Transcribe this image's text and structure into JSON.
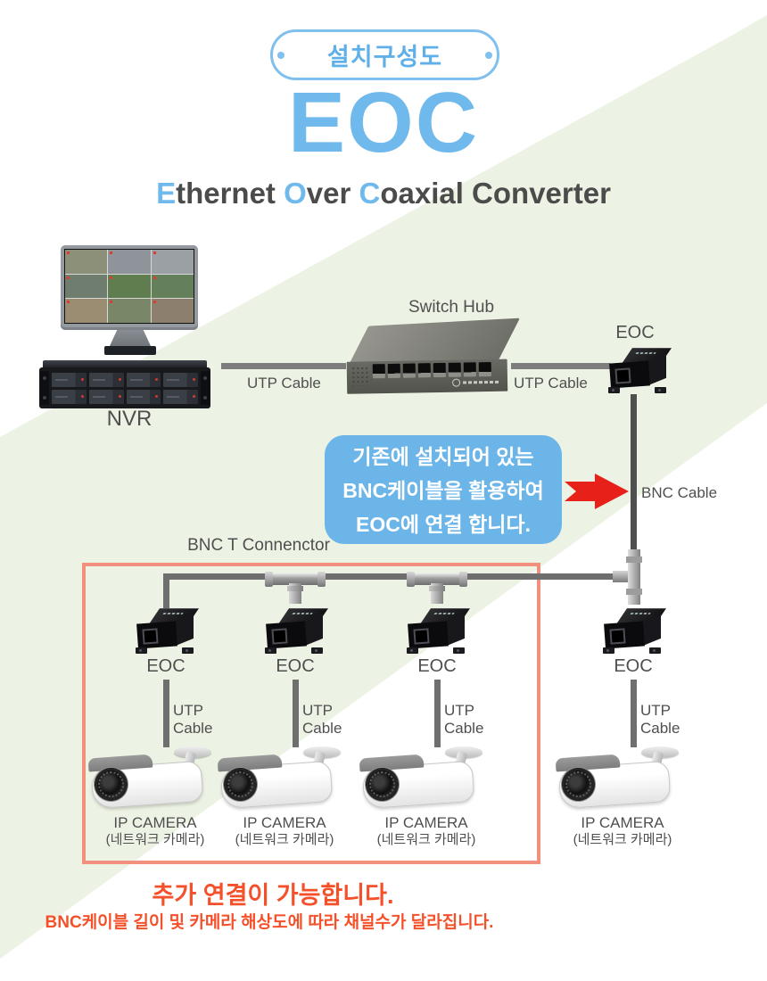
{
  "badge": {
    "label": "설치구성도"
  },
  "title": {
    "text": "EOC"
  },
  "subtitle": {
    "parts": [
      "E",
      "thernet ",
      "O",
      "ver ",
      "C",
      "oaxial Converter"
    ]
  },
  "nvr": {
    "label": "NVR"
  },
  "switch_hub": {
    "label": "Switch Hub"
  },
  "top_links": {
    "utp1": "UTP Cable",
    "utp2": "UTP Cable"
  },
  "eoc_top": {
    "label": "EOC"
  },
  "bnc": {
    "cable_label": "BNC Cable",
    "t_connector_label": "BNC T Connenctor"
  },
  "callout": {
    "line1": "기존에 설치되어 있는",
    "line2": "BNC케이블을 활용하여",
    "line3": "EOC에 연결 합니다."
  },
  "columns": [
    {
      "eoc": "EOC",
      "utp": "UTP Cable",
      "camera": "IP CAMERA",
      "camera_sub": "(네트워크 카메라)"
    },
    {
      "eoc": "EOC",
      "utp": "UTP Cable",
      "camera": "IP CAMERA",
      "camera_sub": "(네트워크 카메라)"
    },
    {
      "eoc": "EOC",
      "utp": "UTP Cable",
      "camera": "IP CAMERA",
      "camera_sub": "(네트워크 카메라)"
    },
    {
      "eoc": "EOC",
      "utp": "UTP Cable",
      "camera": "IP CAMERA",
      "camera_sub": "(네트워크 카메라)"
    }
  ],
  "footer": {
    "line1": "추가 연결이 가능합니다.",
    "line2": "BNC케이블 길이 및 카메라 해상도에 따라 채널수가 달라집니다."
  },
  "colors": {
    "accent_blue": "#6fb9ec",
    "badge_blue": "#5fb0e8",
    "callout_blue": "#6cb5e8",
    "arrow_red": "#e8201a",
    "highlight_box_orange": "#f1917d",
    "footer_orange": "#f4512b",
    "background_band_green": "#edf3e4",
    "cable_gray": "#6f6f6f"
  }
}
